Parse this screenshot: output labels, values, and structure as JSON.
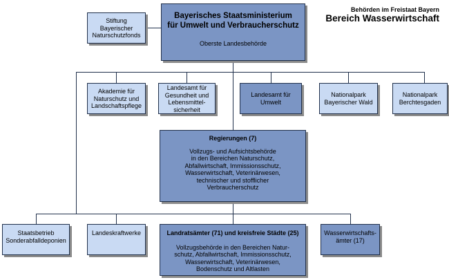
{
  "header": {
    "subtitle": "Behörden im Freistaat Bayern",
    "title": "Bereich Wasserwirtschaft"
  },
  "nodes": {
    "stiftung": "Stiftung\nBayerischer\nNaturschutzfonds",
    "ministerium_title": "Bayerisches Staatsministerium\nfür Umwelt und Verbraucherschutz",
    "ministerium_sub": "Oberste Landesbehörde",
    "akademie": "Akademie für\nNaturschutz und\nLandschaftspflege",
    "lgl": "Landesamt für\nGesundheit und\nLebensmittel-\nsicherheit",
    "lfu": "Landesamt für\nUmwelt",
    "np_wald": "Nationalpark\nBayerischer Wald",
    "np_berchtesgaden": "Nationalpark\nBerchtesgaden",
    "regierungen_title": "Regierungen (7)",
    "regierungen_desc": "Vollzugs- und Aufsichtsbehörde\nin den Bereichen Naturschutz,\nAbfallwirtschaft, Immissionsschutz,\nWasserwirtschaft, Veterinärwesen,\ntechnischer und stofflicher\nVerbraucherschutz",
    "sonderabfall": "Staatsbetrieb\nSonderabfalldeponien",
    "landeskraftwerke": "Landeskraftwerke",
    "landratsaemter_title": "Landratsämter (71) und kreisfreie Städte (25)",
    "landratsaemter_desc": "Vollzugsbehörde in den Bereichen Natur-\nschutz, Abfallwirtschaft, Immissionsschutz,\nWasserwirtschaft, Veterinärwesen,\nBodenschutz und Altlasten",
    "wwa": "Wasserwirtschafts-\nämter (17)"
  },
  "colors": {
    "light_box": "#c9daf3",
    "dark_box": "#7b95c4",
    "line": "#1f2f4a"
  }
}
